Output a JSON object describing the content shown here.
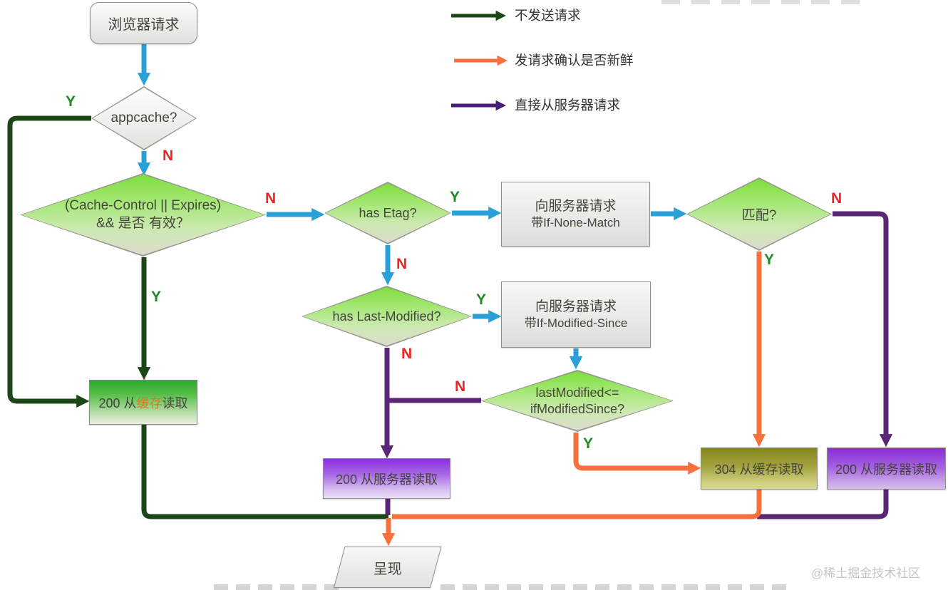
{
  "legend": {
    "items": [
      {
        "label": "不发送请求",
        "color": "#1b4716"
      },
      {
        "label": "发请求确认是否新鲜",
        "color": "#f8713c"
      },
      {
        "label": "直接从服务器请求",
        "color": "#451d75"
      }
    ]
  },
  "nodes": {
    "start": {
      "label": "浏览器请求"
    },
    "appcache": {
      "label": "appcache?"
    },
    "valid_check": {
      "line1": "(Cache-Control || Expires)",
      "line2": "&& 是否 有效？"
    },
    "has_etag": {
      "label": "has Etag?"
    },
    "req_if_none_match": {
      "line1": "向服务器请求",
      "line2": "带If-None-Match"
    },
    "match": {
      "label": "匹配?"
    },
    "has_last_modified": {
      "label": "has Last-Modified?"
    },
    "req_if_modified_since": {
      "line1": "向服务器请求",
      "line2": "带If-Modified-Since"
    },
    "last_modified_cmp": {
      "line1": "lastModified<=",
      "line2": "ifModifiedSince?"
    },
    "read_cache_200": {
      "prefix": "200 从",
      "highlight": "缓存",
      "suffix": "读取"
    },
    "read_server_200_mid": {
      "label": "200 从服务器读取"
    },
    "read_cache_304": {
      "label": "304 从缓存读取"
    },
    "read_server_200_right": {
      "label": "200 从服务器读取"
    },
    "render": {
      "label": "呈现"
    }
  },
  "edge_labels": {
    "yes": "Y",
    "no": "N"
  },
  "watermark": "@稀土掘金技术社区",
  "colors": {
    "arrow_blue": "#2aa0d8",
    "arrow_dark_green": "#1b4716",
    "arrow_orange": "#f8713c",
    "arrow_purple": "#5a2676",
    "legend_purple": "#451d75",
    "yes_green": "#1f8b1f",
    "no_red": "#ee2222",
    "cache_highlight": "#e07818"
  }
}
